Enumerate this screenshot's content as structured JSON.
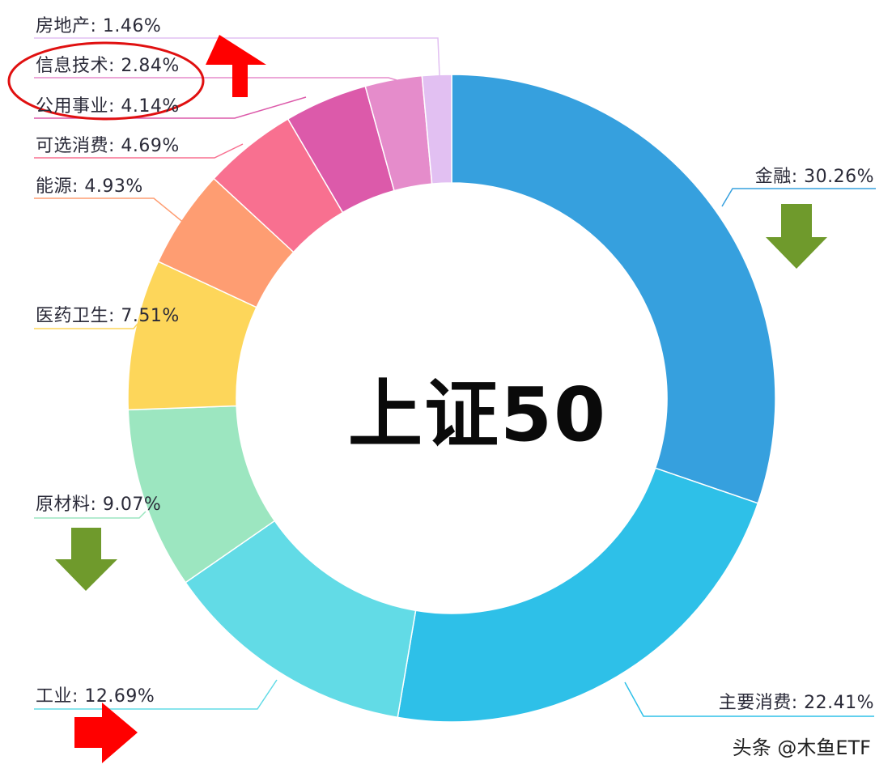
{
  "chart_data": {
    "type": "pie",
    "variant": "donut",
    "title": "上证50",
    "unit": "%",
    "categories": [
      "金融",
      "主要消费",
      "工业",
      "原材料",
      "医药卫生",
      "能源",
      "可选消费",
      "公用事业",
      "信息技术",
      "房地产"
    ],
    "values": [
      30.26,
      22.41,
      12.69,
      9.07,
      7.51,
      4.93,
      4.69,
      4.14,
      2.84,
      1.46
    ],
    "colors": [
      "#36a0de",
      "#2ec0e8",
      "#62dbe6",
      "#9ce6c0",
      "#fdd65a",
      "#fe9d72",
      "#f87090",
      "#dc5aaa",
      "#e58ccb",
      "#e2c0f2"
    ],
    "labels": [
      "金融: 30.26%",
      "主要消费: 22.41%",
      "工业: 12.69%",
      "原材料: 9.07%",
      "医药卫生: 7.51%",
      "能源: 4.93%",
      "可选消费: 4.69%",
      "公用事业: 4.14%",
      "信息技术: 2.84%",
      "房地产: 1.46%"
    ],
    "annotations": [
      {
        "type": "arrow-down",
        "color": "#6f9a2c",
        "near": "金融"
      },
      {
        "type": "arrow-down",
        "color": "#6f9a2c",
        "near": "原材料"
      },
      {
        "type": "arrow-up",
        "color": "#ff0000",
        "near": "信息技术"
      },
      {
        "type": "arrow-right",
        "color": "#ff0000",
        "near": "工业"
      },
      {
        "type": "ellipse-highlight",
        "color": "#e01010",
        "around": [
          "信息技术",
          "公用事业"
        ]
      }
    ],
    "legend": "none"
  },
  "center_title": "上证50",
  "watermark": "头条 @木鱼ETF"
}
